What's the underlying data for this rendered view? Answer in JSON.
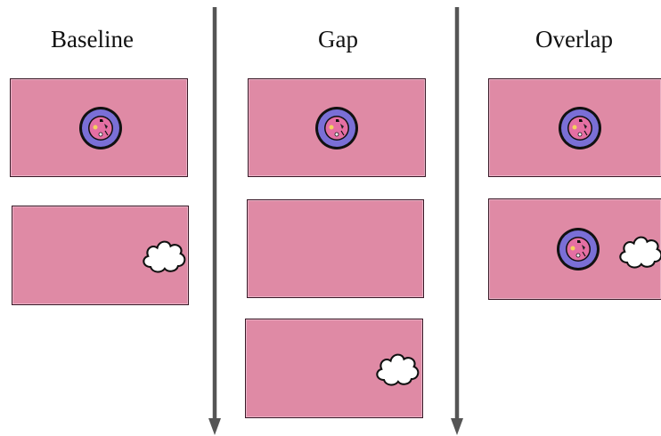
{
  "columns": [
    {
      "title": "Baseline"
    },
    {
      "title": "Gap"
    },
    {
      "title": "Overlap"
    }
  ],
  "colors": {
    "panel_fill": "#df8aa5",
    "divider": "#555555",
    "token_ring": "#7a6fd6",
    "token_core": "#e56fa3",
    "cloud": "#ffffff"
  },
  "icons": {
    "token": "badge-icon",
    "cloud": "cloud-icon",
    "arrow": "down-arrow-icon"
  }
}
